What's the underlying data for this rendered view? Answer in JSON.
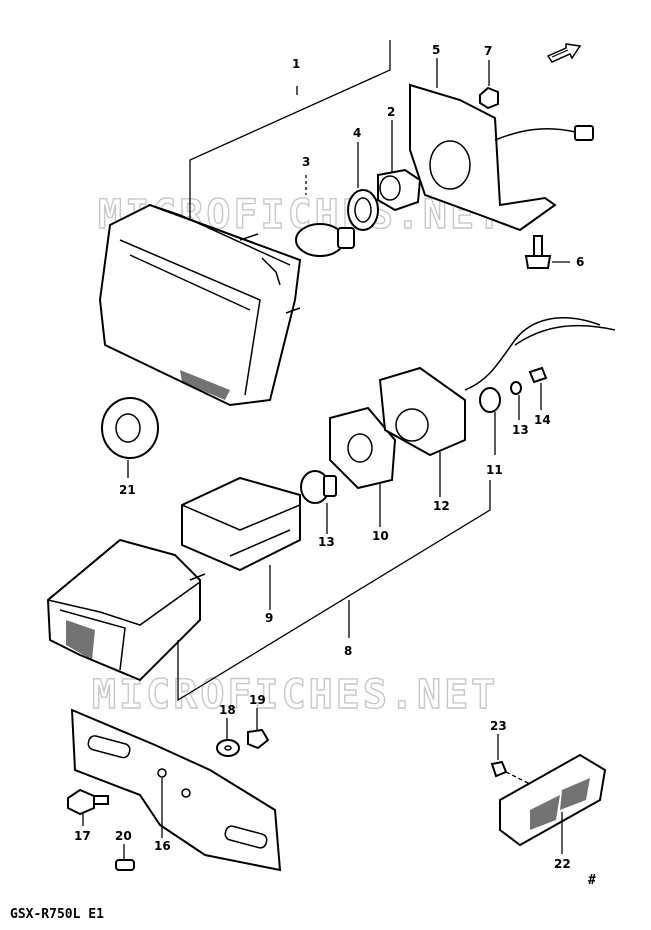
{
  "diagram": {
    "watermark": "MICROFICHES.NET",
    "model_label": "GSX-R750L E1",
    "corner_mark": "#",
    "callouts": [
      {
        "id": "1",
        "label": "1"
      },
      {
        "id": "2",
        "label": "2"
      },
      {
        "id": "3",
        "label": "3"
      },
      {
        "id": "4",
        "label": "4"
      },
      {
        "id": "5",
        "label": "5"
      },
      {
        "id": "6",
        "label": "6"
      },
      {
        "id": "7",
        "label": "7"
      },
      {
        "id": "8",
        "label": "8"
      },
      {
        "id": "9",
        "label": "9"
      },
      {
        "id": "10",
        "label": "10"
      },
      {
        "id": "11",
        "label": "11"
      },
      {
        "id": "12",
        "label": "12"
      },
      {
        "id": "13a",
        "label": "13"
      },
      {
        "id": "13b",
        "label": "13"
      },
      {
        "id": "14",
        "label": "14"
      },
      {
        "id": "16",
        "label": "16"
      },
      {
        "id": "17",
        "label": "17"
      },
      {
        "id": "18",
        "label": "18"
      },
      {
        "id": "19",
        "label": "19"
      },
      {
        "id": "20",
        "label": "20"
      },
      {
        "id": "21",
        "label": "21"
      },
      {
        "id": "22",
        "label": "22"
      },
      {
        "id": "23",
        "label": "23"
      }
    ]
  }
}
